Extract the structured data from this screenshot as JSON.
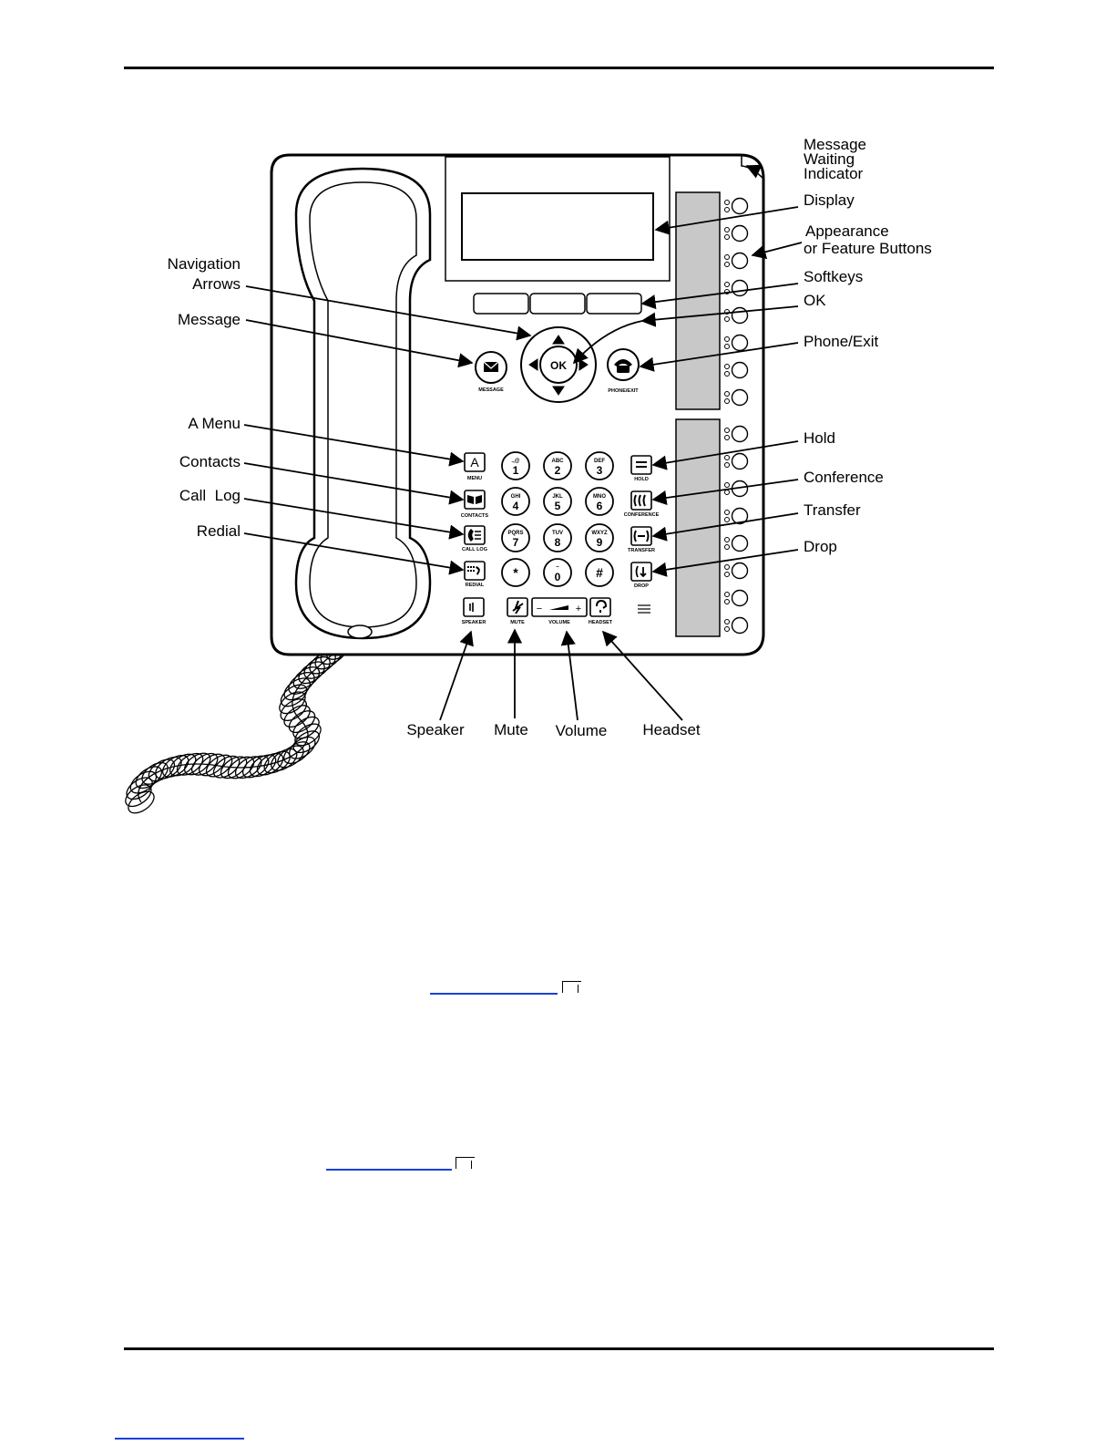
{
  "callouts": {
    "message_waiting": [
      "Message",
      "Waiting",
      "Indicator"
    ],
    "display": "Display",
    "appearance": [
      "Appearance",
      "or Feature Buttons"
    ],
    "softkeys": "Softkeys",
    "ok": "OK",
    "phone_exit": "Phone/Exit",
    "navigation": [
      "Navigation",
      "Arrows"
    ],
    "message": "Message",
    "a_menu": "A Menu",
    "contacts": "Contacts",
    "call_log": "Call  Log",
    "redial": "Redial",
    "hold": "Hold",
    "conference": "Conference",
    "transfer": "Transfer",
    "drop": "Drop",
    "speaker": "Speaker",
    "mute": "Mute",
    "volume": "Volume",
    "headset": "Headset"
  },
  "button_labels": {
    "message": "MESSAGE",
    "phone_exit": "PHONE/EXIT",
    "menu": "MENU",
    "contacts": "CONTACTS",
    "call_log": "CALL LOG",
    "redial": "REDIAL",
    "hold": "HOLD",
    "conference": "CONFERENCE",
    "transfer": "TRANSFER",
    "drop": "DROP",
    "speaker": "SPEAKER",
    "mute": "MUTE",
    "volume": "VOLUME",
    "headset": "HEADSET",
    "ok": "OK"
  },
  "keypad": [
    {
      "num": "1",
      "letters": ".,@"
    },
    {
      "num": "2",
      "letters": "ABC"
    },
    {
      "num": "3",
      "letters": "DEF"
    },
    {
      "num": "4",
      "letters": "GHI"
    },
    {
      "num": "5",
      "letters": "JKL"
    },
    {
      "num": "6",
      "letters": "MNO"
    },
    {
      "num": "7",
      "letters": "PQRS"
    },
    {
      "num": "8",
      "letters": "TUV"
    },
    {
      "num": "9",
      "letters": "WXYZ"
    },
    {
      "num": "*",
      "letters": ""
    },
    {
      "num": "0",
      "letters": "~"
    },
    {
      "num": "#",
      "letters": ""
    }
  ],
  "volume_signs": {
    "minus": "−",
    "plus": "+"
  }
}
